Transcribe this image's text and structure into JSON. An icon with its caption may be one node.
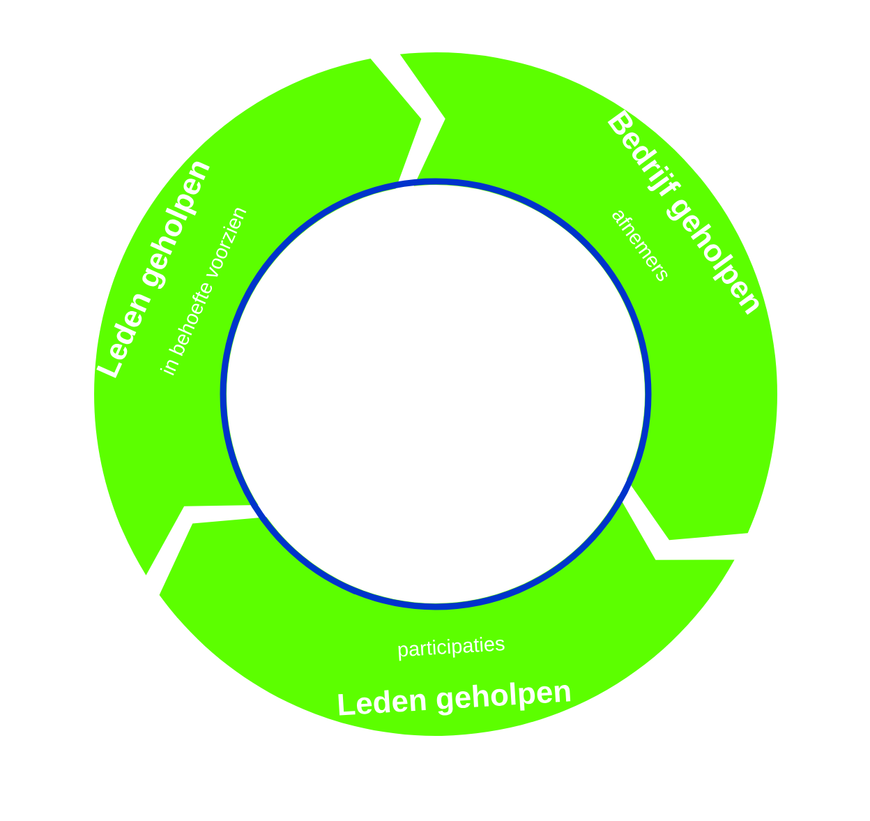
{
  "diagram": {
    "nodes": [
      {
        "text": [
          "Leden geholpen",
          "in behoefte voorzien"
        ]
      },
      {
        "text": [
          "Bedrijf geholpen",
          "afnemers"
        ]
      },
      {
        "text": [
          "Leden geholpen",
          "participaties"
        ]
      },
      {
        "text": [],
        "shape": "circle"
      }
    ]
  }
}
